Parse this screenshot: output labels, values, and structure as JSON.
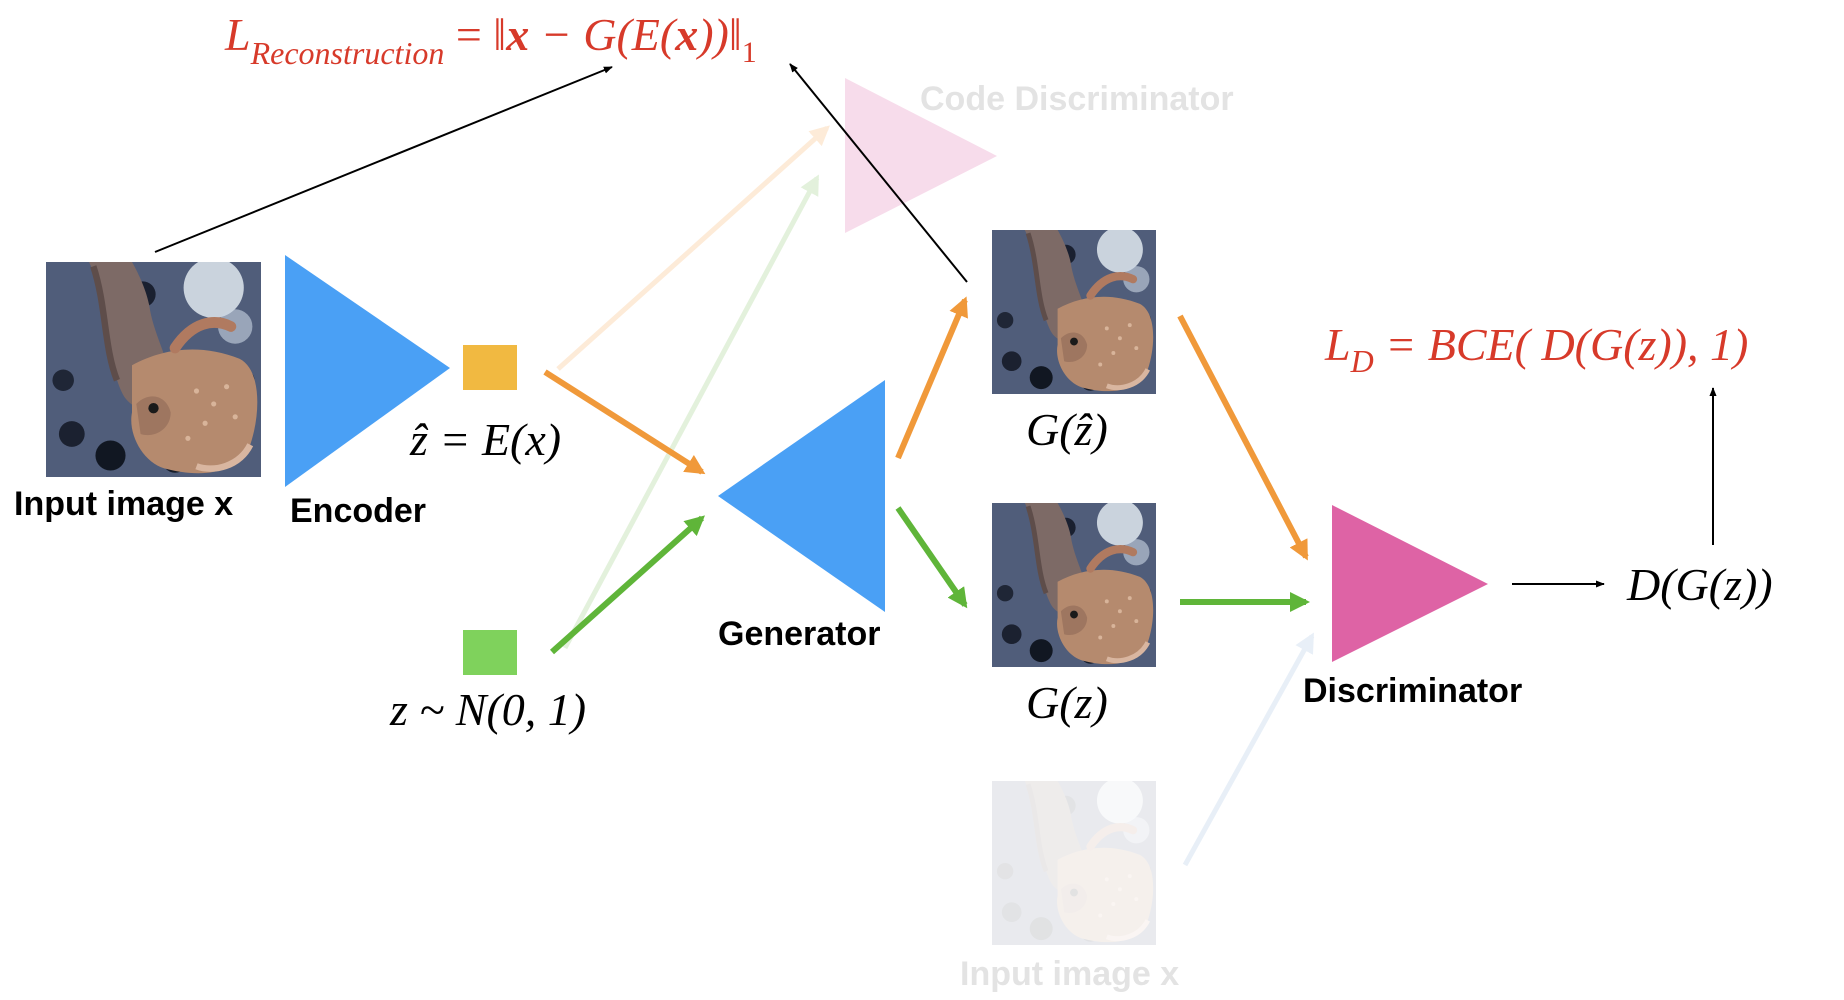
{
  "colors": {
    "encoder": "#4aa0f5",
    "generator": "#4aa0f5",
    "discriminator": "#de63a5",
    "code_discriminator": "#f7dceb",
    "z_hat_code": "#f1b941",
    "z_code": "#7fd25c",
    "orange_arrow": "#f0993a",
    "green_arrow": "#5fb539",
    "loss_text": "#d73a2a",
    "faded_text": "#e3e3e3"
  },
  "labels": {
    "input_image": "Input image x",
    "encoder": "Encoder",
    "generator": "Generator",
    "discriminator": "Discriminator",
    "code_discriminator": "Code Discriminator",
    "input_image_faded": "Input image x"
  },
  "math": {
    "z_hat_eq": "ẑ = E(x)",
    "z_prior": "z ~ N(0, 1)",
    "g_z_hat": "G(ẑ)",
    "g_z": "G(z)",
    "d_g_z": "D(G(z))",
    "loss_recon_L": "L",
    "loss_recon_sub": "Reconstruction",
    "loss_recon_eq_a": " = ‖",
    "loss_recon_x": "x",
    "loss_recon_eq_b": " − G(E(",
    "loss_recon_x2": "x",
    "loss_recon_eq_c": "))‖",
    "loss_recon_norm": "1",
    "loss_d_L": "L",
    "loss_d_sub": "D",
    "loss_d_eq": " = BCE( D(G(z)),  1)"
  },
  "icons": {
    "input_photo": "salamander-photo",
    "generated_photo": "salamander-photo"
  }
}
